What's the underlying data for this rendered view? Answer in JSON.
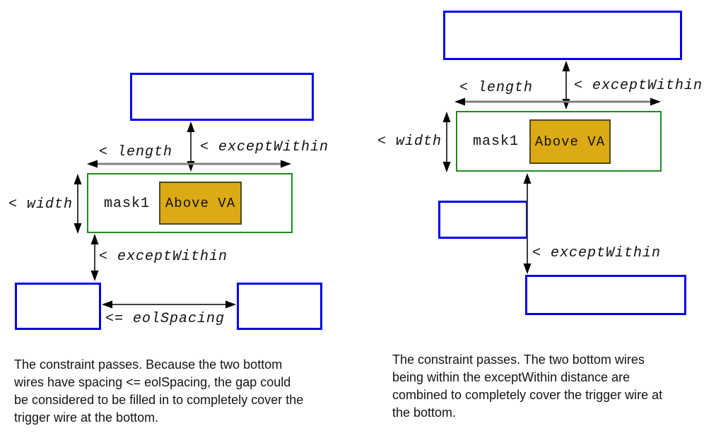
{
  "colors": {
    "wire_blue": "#0202ee",
    "trigger_green": "#1e8c1e",
    "via_gold": "#dcaa14",
    "via_border": "#4a4a22",
    "arrow_gray": "#808080",
    "arrow_black": "#000000"
  },
  "left": {
    "length_label": "< length",
    "except_within_top_label": "< exceptWithin",
    "width_label": "< width",
    "mask_label": "mask1",
    "via_label": "Above VA",
    "except_within_bottom_label": "< exceptWithin",
    "eol_spacing_label": "<= eolSpacing",
    "caption_lines": [
      "The constraint passes. Because the two bottom",
      "wires have spacing <= eolSpacing, the gap could",
      "be considered to be filled in to completely cover the",
      "trigger wire at the bottom."
    ]
  },
  "right": {
    "length_label": "< length",
    "except_within_top_label": "< exceptWithin",
    "width_label": "< width",
    "mask_label": "mask1",
    "via_label": "Above VA",
    "except_within_label": "< exceptWithin",
    "caption_lines": [
      "The constraint passes. The two bottom wires",
      "being within the exceptWithin distance are",
      "combined to completely cover the trigger wire at",
      "the bottom."
    ]
  }
}
